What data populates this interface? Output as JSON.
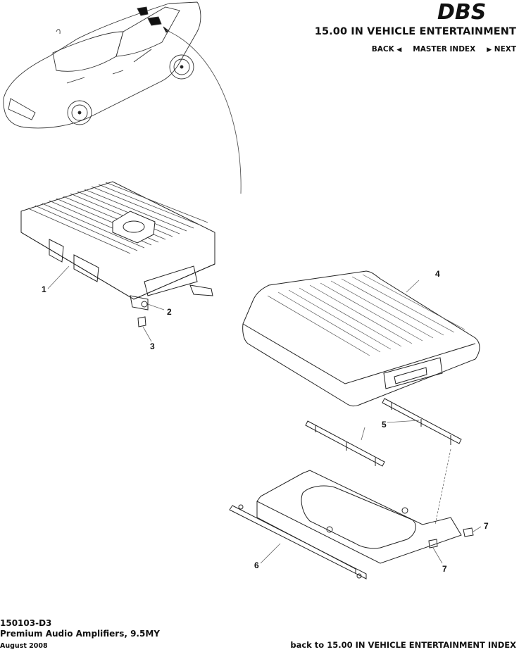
{
  "header": {
    "logo_text": "DBS",
    "section_title": "15.00 IN VEHICLE ENTERTAINMENT",
    "nav": {
      "back_label": "BACK",
      "back_icon": "left-triangle-icon",
      "master_index_label": "MASTER INDEX",
      "next_label": "NEXT",
      "next_icon": "right-triangle-icon"
    }
  },
  "diagram": {
    "callouts": [
      {
        "id": "1",
        "label": "1"
      },
      {
        "id": "2",
        "label": "2"
      },
      {
        "id": "3",
        "label": "3"
      },
      {
        "id": "4",
        "label": "4"
      },
      {
        "id": "5",
        "label": "5"
      },
      {
        "id": "6",
        "label": "6"
      },
      {
        "id": "7a",
        "label": "7"
      },
      {
        "id": "7b",
        "label": "7"
      }
    ]
  },
  "footer": {
    "code": "150103-D3",
    "title": "Premium Audio Amplifiers, 9.5MY",
    "date": "August 2008",
    "back_link": "back to 15.00 IN VEHICLE ENTERTAINMENT INDEX"
  }
}
